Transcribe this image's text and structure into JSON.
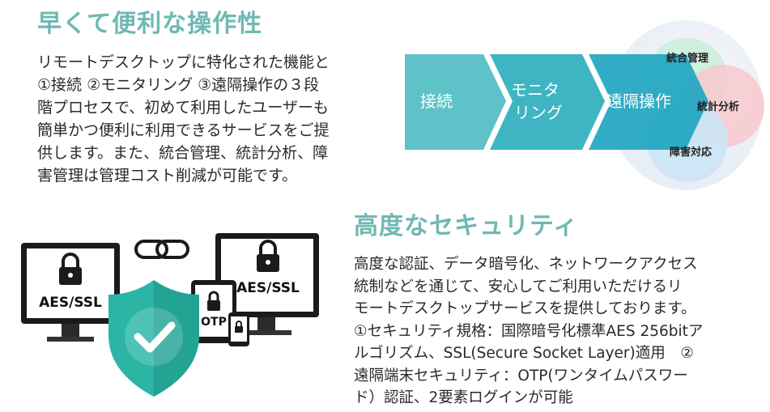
{
  "section1": {
    "title": "早くて便利な操作性",
    "lines": [
      "リモートデスクトップに特化された機能と",
      "①接続 ②モニタリング ③遠隔操作の３段",
      "階プロセスで、初めて利用したユーザーも",
      "簡単かつ便利に利用できるサービスをご提",
      "供します。また、統合管理、統計分析、障",
      "害管理は管理コスト削減が可能です。"
    ],
    "diagram": {
      "steps": [
        "接続",
        "モニタ",
        "リング",
        "遠隔操作"
      ],
      "bubbles": [
        "統合管理",
        "統計分析",
        "障害対応"
      ]
    }
  },
  "section2": {
    "title": "高度なセキュリティ",
    "lines": [
      "高度な認証、データ暗号化、ネットワークアクセス",
      "統制などを通じて、安心してご利用いただけるリ",
      "モートデスクトップサービスを提供しております。",
      "①セキュリティ規格：国際暗号化標準AES 256bitア",
      "ルゴリズム、SSL(Secure Socket Layer)適用　②",
      "遠隔端末セキュリティ：OTP(ワンタイムパスワー",
      "ド）認証、2要素ログインが可能"
    ],
    "illustration": {
      "left_monitor_label": "AES/SSL",
      "right_monitor_label": "AES/SSL",
      "phone_label": "OTP",
      "icons": [
        "lock-icon",
        "chain-link-icon",
        "shield-check-icon"
      ]
    }
  },
  "colors": {
    "heading": "#6fb8b3",
    "step1": "#5fc2c8",
    "step2": "#3fb5c4",
    "step3": "#1fa6c0",
    "shield": "#2ab5a5",
    "bubble_green": "#cdeedd",
    "bubble_pink": "#f7c9cf",
    "bubble_blue": "#cbe4f5"
  }
}
